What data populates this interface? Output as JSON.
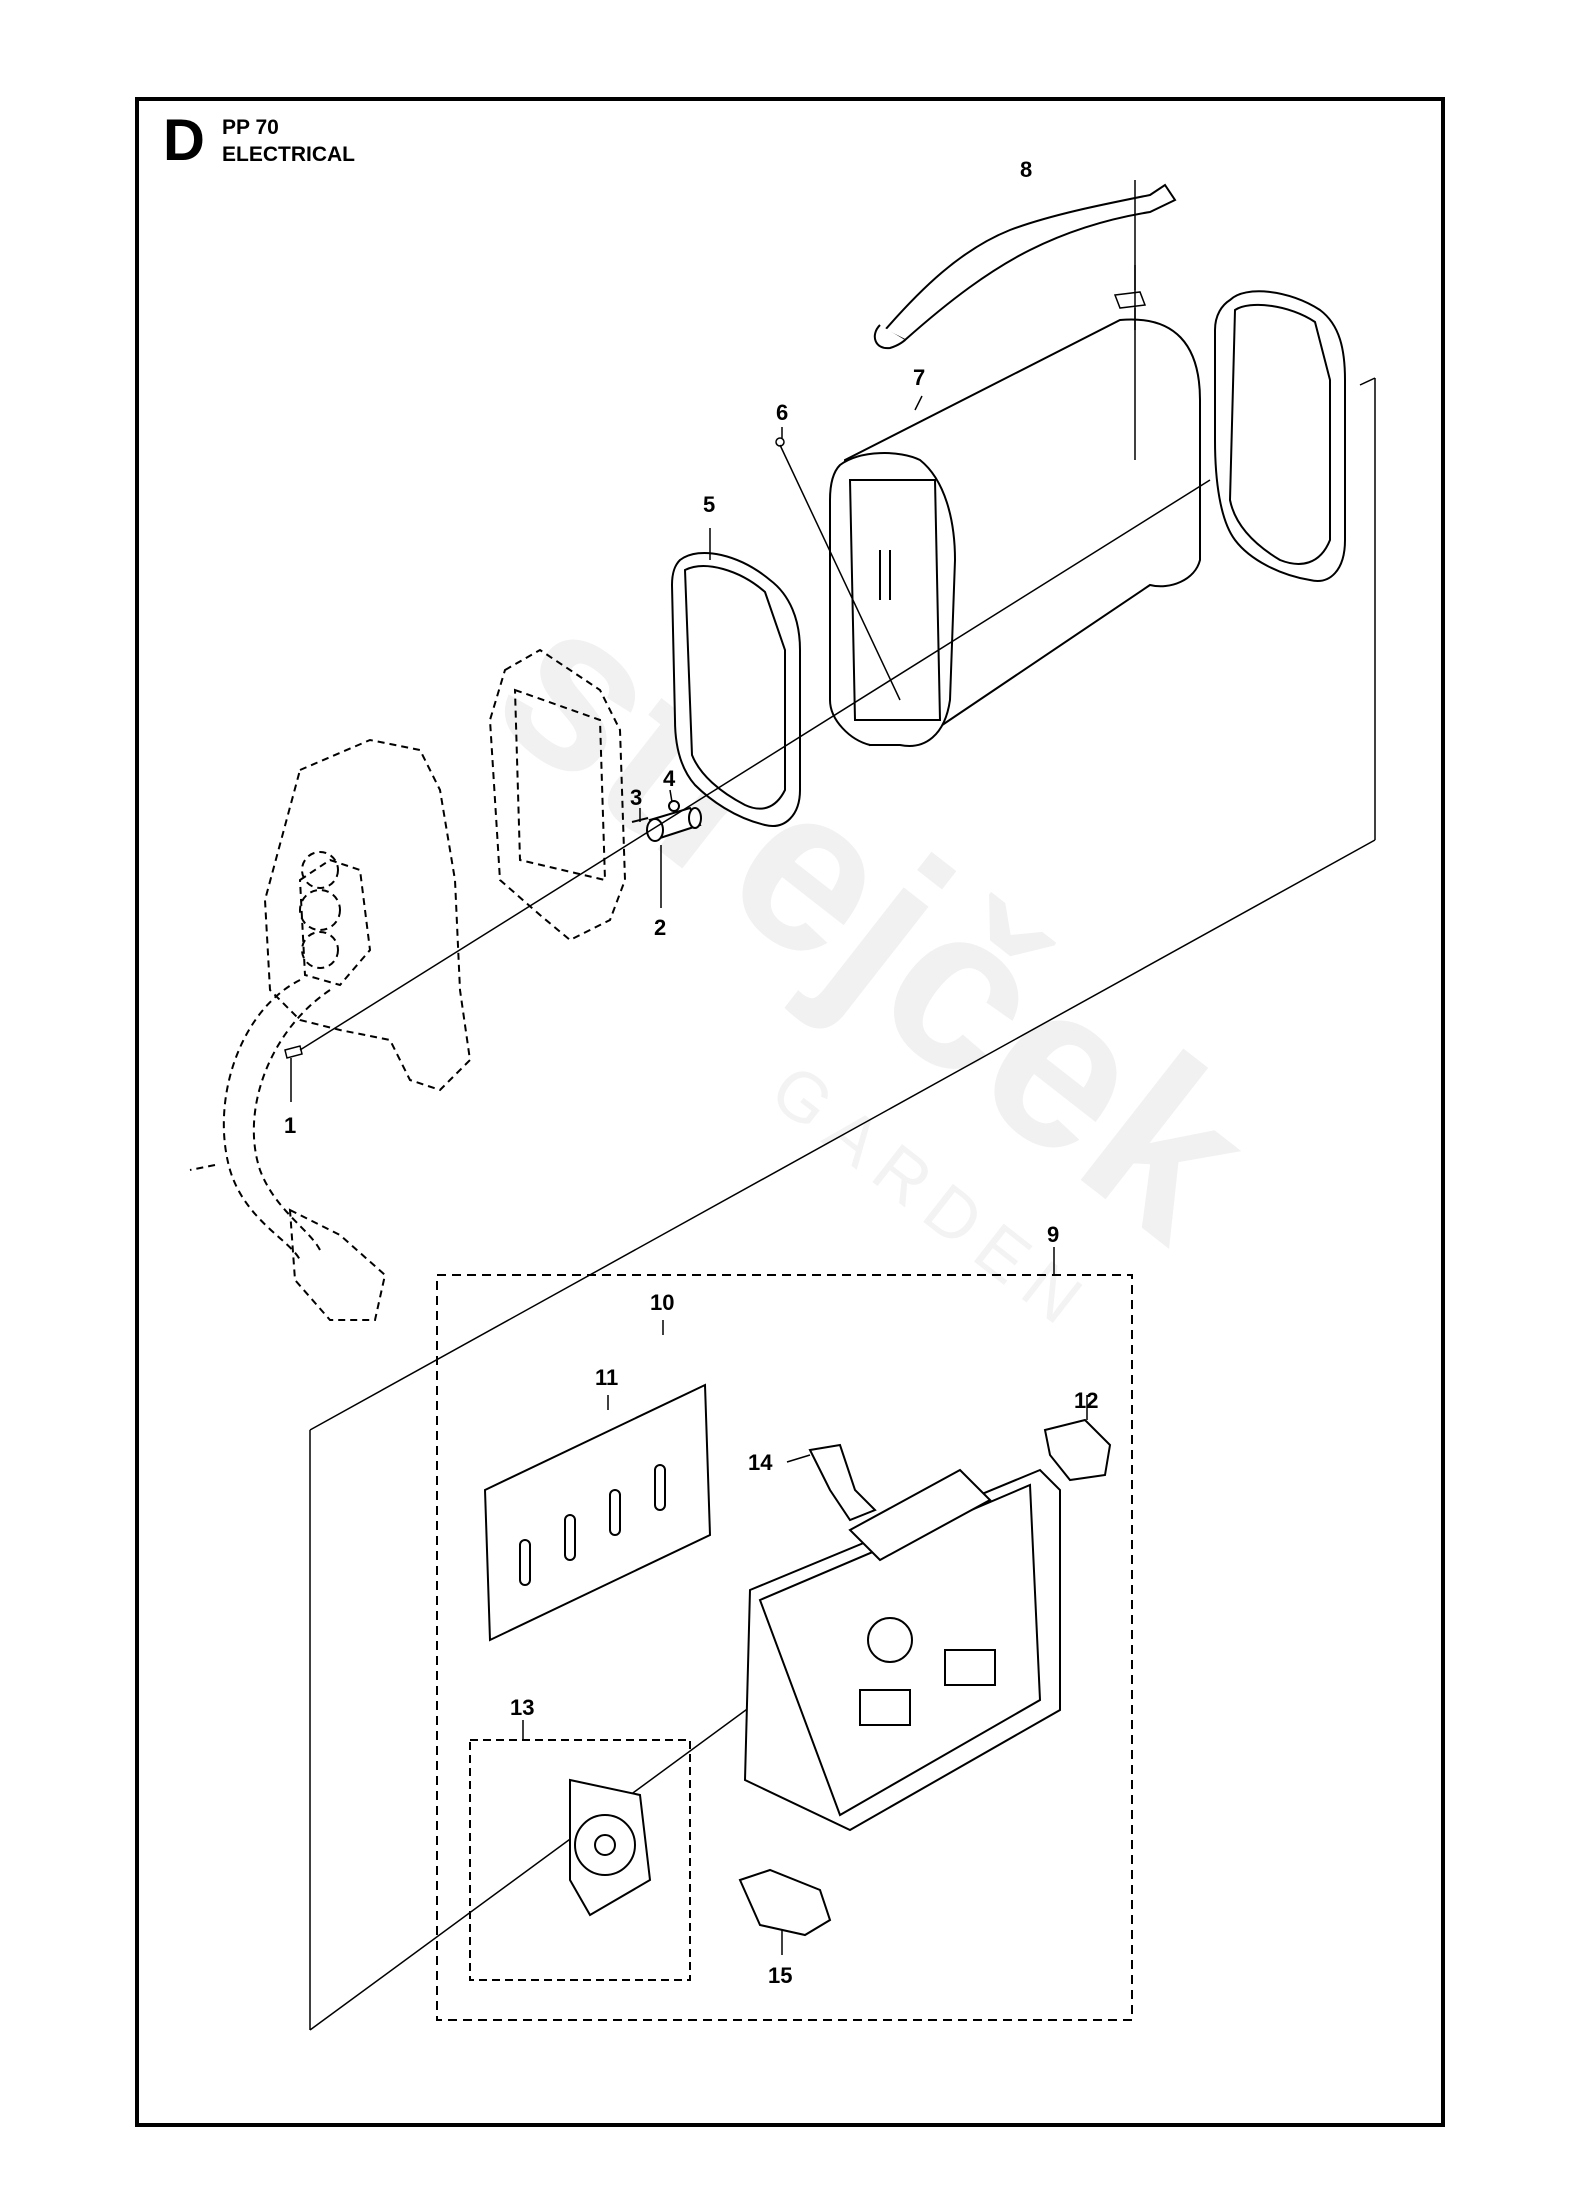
{
  "header": {
    "section_letter": "D",
    "model": "PP 70",
    "section_title": "ELECTRICAL"
  },
  "watermark": {
    "brand": "strejček",
    "sub": "GARDEN"
  },
  "callouts": {
    "p1": "1",
    "p2": "2",
    "p3": "3",
    "p4": "4",
    "p5": "5",
    "p6": "6",
    "p7": "7",
    "p8": "8",
    "p9": "9",
    "p10": "10",
    "p11": "11",
    "p12": "12",
    "p13": "13",
    "p14": "14",
    "p15": "15"
  },
  "colors": {
    "line": "#000000",
    "watermark": "#efefef"
  }
}
